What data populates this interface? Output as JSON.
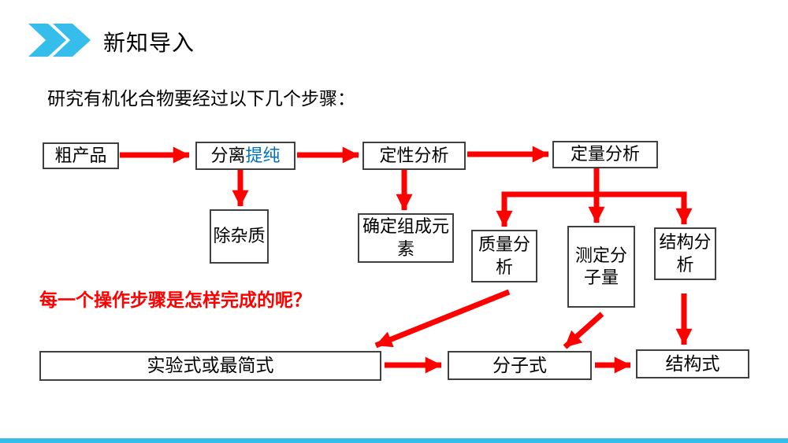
{
  "slide": {
    "header": {
      "title": "新知导入"
    },
    "intro": "研究有机化合物要经过以下几个步骤：",
    "question": "每一个操作步骤是怎样完成的呢？",
    "colors": {
      "accent": "#35BDEC",
      "red": "#FE0000",
      "blue": "#0070C0",
      "border": "#404040"
    },
    "flowchart": {
      "nodes": {
        "crude_product": "粗产品",
        "separation_prefix": "分离",
        "separation_highlight": "提纯",
        "qualitative": "定性分析",
        "quantitative": "定量分析",
        "remove_impurity": "除杂质",
        "determine_elements": "确定组成元素",
        "mass_analysis": "质量分析",
        "molecular_weight": "测定分子量",
        "structure_analysis": "结构分析",
        "empirical_formula": "实验式或最简式",
        "molecular_formula": "分子式",
        "structural_formula": "结构式"
      }
    }
  }
}
